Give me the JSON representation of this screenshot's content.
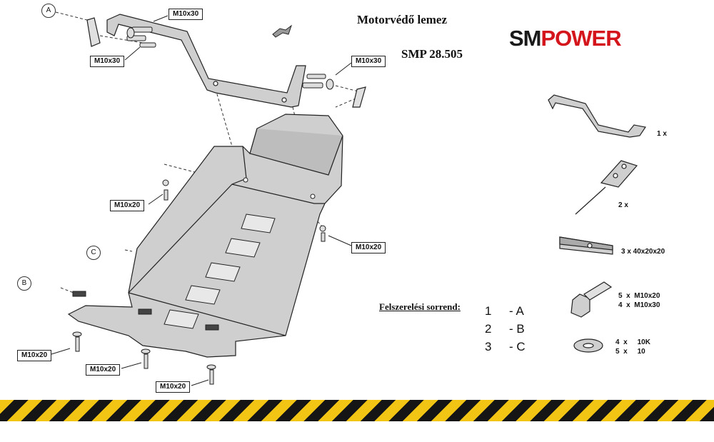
{
  "header": {
    "title": "Motorvédő lemez",
    "product_code": "SMP 28.505",
    "brand_sm": "SM",
    "brand_power": "POWER"
  },
  "callouts": {
    "A": "A",
    "B": "B",
    "C": "C"
  },
  "bolt_labels": {
    "top_left_1": "M10x30",
    "top_left_2": "M10x30",
    "top_right": "M10x30",
    "plate_left": "M10x20",
    "plate_right": "M10x20",
    "bottom_1": "M10x20",
    "bottom_2": "M10x20",
    "bottom_3": "M10x20"
  },
  "assembly_order": {
    "title": "Felszerelési sorrend:",
    "steps": [
      {
        "num": "1",
        "part": "- A"
      },
      {
        "num": "2",
        "part": "- B"
      },
      {
        "num": "3",
        "part": "- C"
      }
    ]
  },
  "parts_list": {
    "bracket": "1 x",
    "plate_nut": "2 x",
    "spacer": "3 x 40x20x20",
    "bolts": "5  x  M10x20\n4  x  M10x30",
    "washers": "4  x     10K\n5  x     10"
  },
  "colors": {
    "brand_red": "#d4151c",
    "hazard_yellow": "#f2c414",
    "hazard_black": "#151515",
    "metal": "#cfcfcf"
  }
}
